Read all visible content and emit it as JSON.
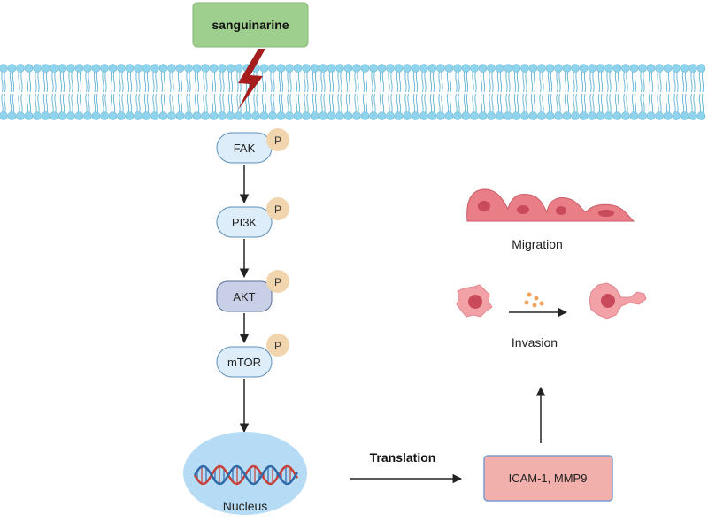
{
  "drug": {
    "label": "sanguinarine"
  },
  "pathway": [
    {
      "label": "FAK",
      "phospho": "P"
    },
    {
      "label": "PI3K",
      "phospho": "P"
    },
    {
      "label": "AKT",
      "phospho": "P"
    },
    {
      "label": "mTOR",
      "phospho": "P"
    }
  ],
  "nucleus": {
    "label": "Nucleus"
  },
  "translation": {
    "label": "Translation"
  },
  "target_genes": {
    "label": "ICAM-1, MMP9"
  },
  "outcomes": {
    "migration": "Migration",
    "invasion": "Invasion"
  },
  "colors": {
    "drug_box": "#9fcf8e",
    "membrane_head": "#8fd3ec",
    "membrane_tail": "#6fb9d6",
    "lightning": "#a51e1e",
    "node_fill": "#ddeefa",
    "akt_fill": "#c9cfe6",
    "node_stroke": "#5b8fb9",
    "phospho": "#f0d5ae",
    "nucleus": "#b6dcf5",
    "dna_red": "#c7403a",
    "dna_blue": "#2f69a8",
    "gene_box": "#f2b0ad",
    "gene_stroke": "#7a9bd0",
    "cell": "#e97e86",
    "cell_nucleus": "#c94a5a"
  },
  "icons": [
    "lightning-bolt-icon",
    "dna-helix-icon",
    "migrating-cells-icon",
    "invading-cell-icon"
  ]
}
